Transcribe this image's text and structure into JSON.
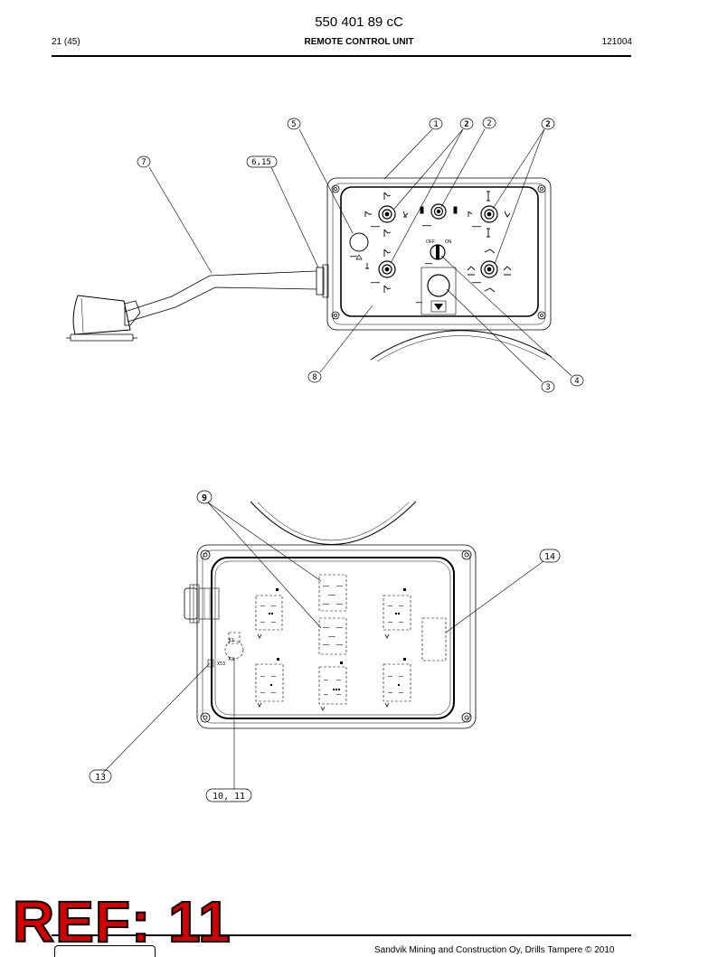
{
  "header": {
    "document_number": "550 401 89 cC",
    "page": "21 (45)",
    "title": "REMOTE CONTROL UNIT",
    "date_code": "121004"
  },
  "callouts_top": [
    "5",
    "1",
    "2",
    "2",
    "2",
    "7",
    "6,15",
    "8",
    "3",
    "4"
  ],
  "callouts_bottom": [
    "9",
    "14",
    "13",
    "10, 11"
  ],
  "panel_labels": {
    "switch_off": "OFF",
    "switch_on": "ON"
  },
  "internal_labels": {
    "k1": "K1",
    "k2": "K2",
    "x53": "X53"
  },
  "stamp": "REF: 11",
  "footer": {
    "copyright": "Sandvik Mining and Construction Oy, Drills Tampere © 2010"
  }
}
